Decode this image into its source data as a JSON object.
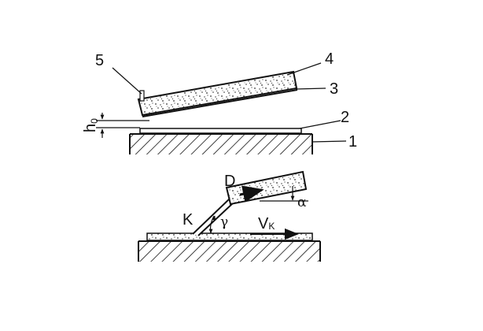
{
  "top_figure": {
    "labels": {
      "part_1": "1",
      "part_2": "2",
      "part_3": "3",
      "part_4": "4",
      "part_5": "5",
      "gap_h_base": "h",
      "gap_h_sub": "0"
    }
  },
  "bottom_figure": {
    "labels": {
      "point_D": "D",
      "point_K": "K",
      "angle_alpha": "α",
      "angle_gamma": "γ",
      "velocity_base": "V",
      "velocity_sub": "K"
    }
  }
}
